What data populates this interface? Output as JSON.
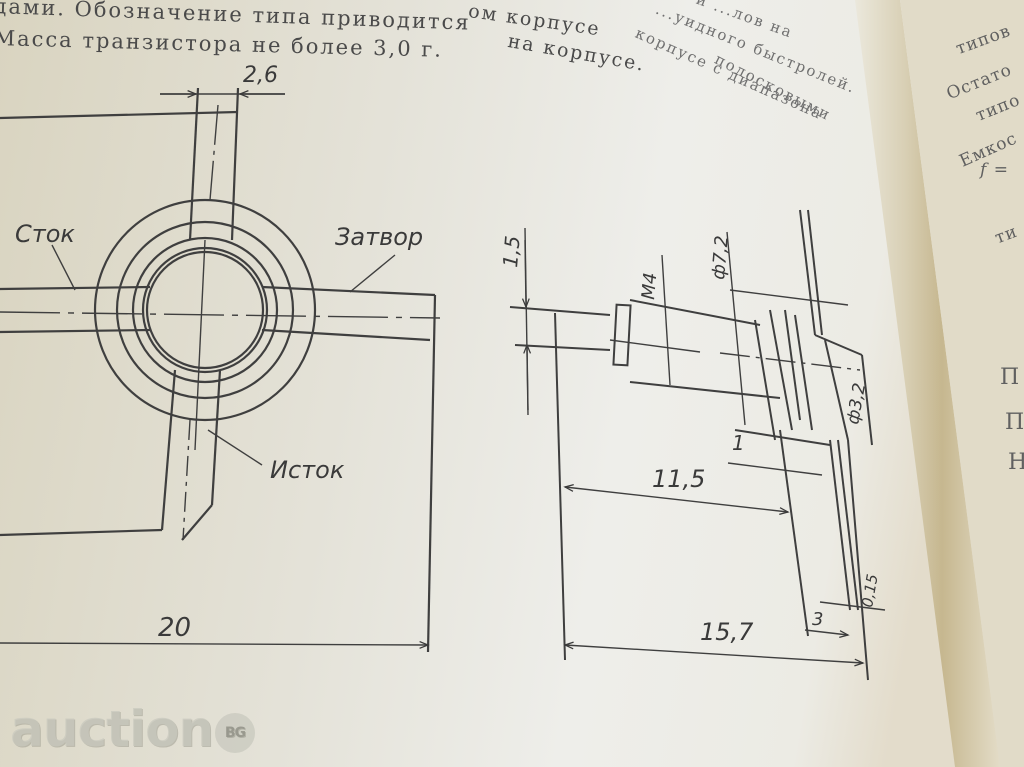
{
  "page_text": {
    "line1": "дами. Обозначение типа приводится",
    "line1_right": "ом   корпусе",
    "line2": "Масса транзистора не более 3,0 г.",
    "line2_right": "на корпусе.",
    "line_top_right_1": "и   ...лов   на",
    "line_top_right_2": "...уидного  быстролей.",
    "line_top_right_3": "корпусе  с  диапазона",
    "line_top_right_4": "полосковыми"
  },
  "right_page_text": {
    "l1": "типов",
    "l2": "Остато",
    "l3": "типо",
    "l4": "Емкос",
    "l5": "f =",
    "l6": "ти",
    "l7": "П",
    "l8": "П",
    "l9": "Н"
  },
  "drawing_left": {
    "labels": {
      "drain": "Сток",
      "gate": "Затвор",
      "source": "Исток"
    },
    "dimensions": {
      "lead_width": "2,6",
      "overall_length": "20"
    }
  },
  "drawing_right": {
    "dimensions": {
      "lead_thickness": "1,5",
      "thread": "М4",
      "diameter_large": "ф7,2",
      "diameter_small": "ф3,2",
      "step": "1",
      "length_mid": "11,5",
      "length_total": "15,7",
      "flange": "3",
      "gap": "0,15"
    }
  },
  "watermark": {
    "text": "auction",
    "badge": "BG"
  },
  "colors": {
    "paper": "#ecebe4",
    "ink": "#3a3a3a",
    "gutter": "#c9b994"
  }
}
